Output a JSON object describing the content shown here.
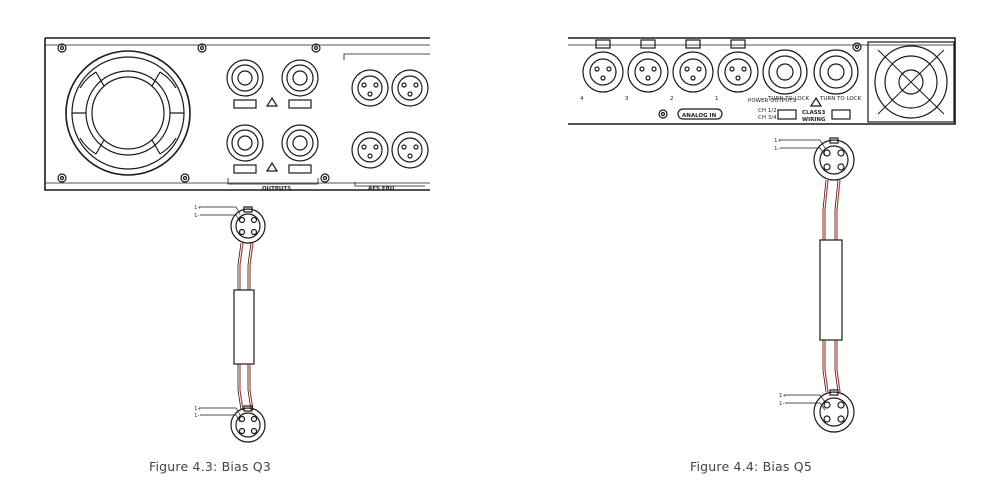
{
  "figures": [
    {
      "caption": "Figure 4.3: Bias Q3",
      "panel_labels": {
        "outputs": "OUTPUTS",
        "aes": "AES EBU"
      },
      "plug_top": {
        "pin_plus": "1+",
        "pin_minus": "1-"
      },
      "plug_bottom": {
        "pin_plus": "1+",
        "pin_minus": "1-"
      }
    },
    {
      "caption": "Figure 4.4: Bias Q5",
      "panel_labels": {
        "analog_in": "ANALOG IN",
        "turn_to_lock_1": "TURN TO LOCK",
        "turn_to_lock_2": "TURN TO LOCK",
        "class3": "CLASS3",
        "wiring": "WIRING",
        "power_outputs": "POWER OUTPUTS",
        "ch_labels": [
          "CH 1/2",
          "CH 3/4"
        ],
        "xlr_numbers": [
          "4",
          "3",
          "2",
          "1"
        ]
      },
      "plug_top": {
        "pin_plus": "1+",
        "pin_minus": "1-"
      },
      "plug_bottom": {
        "pin_plus": "1+",
        "pin_minus": "1-"
      }
    }
  ],
  "colors": {
    "line": "#1a1a1a",
    "wire_red": "#c0392b",
    "panel_fill": "#ffffff"
  }
}
